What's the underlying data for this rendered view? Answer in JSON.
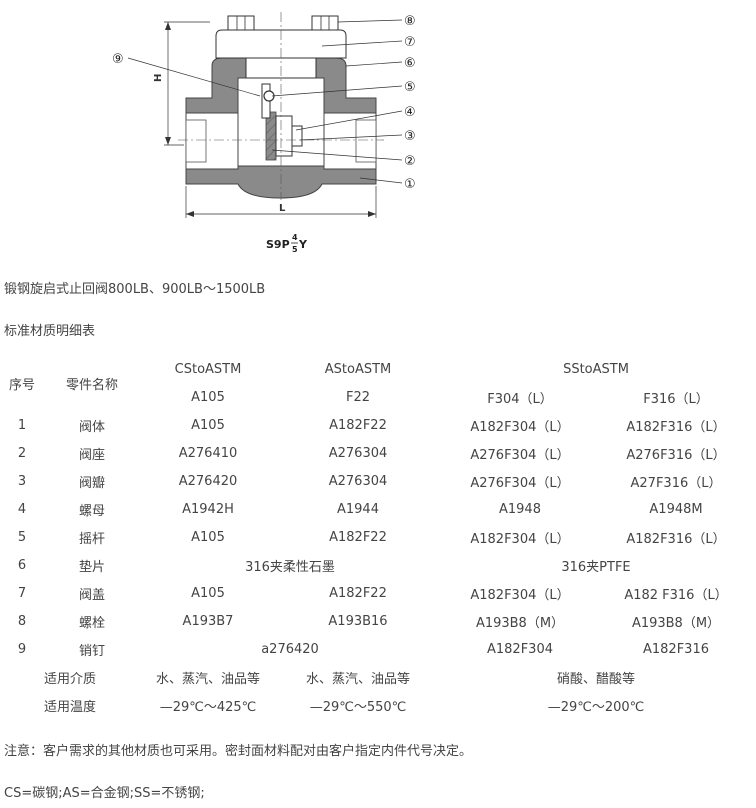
{
  "diagram": {
    "callouts": [
      "⑧",
      "⑦",
      "⑥",
      "⑤",
      "④",
      "③",
      "②",
      "①",
      "⑨"
    ],
    "dim_h": "H",
    "dim_l": "L",
    "model": {
      "prefix": "S9P",
      "sup": "4",
      "sub": "5",
      "suffix": "Y"
    }
  },
  "title": "锻钢旋启式止回阀800LB、900LB～1500LB",
  "subtitle": "标准材质明细表",
  "table": {
    "col_no": "序号",
    "col_name": "零件名称",
    "grp_cs": "CStoASTM",
    "grp_as": "AStoASTM",
    "grp_ss": "SStoASTM",
    "sub_cs": "A105",
    "sub_as": "F22",
    "sub_ss1": "F304（L）",
    "sub_ss2": "F316（L）",
    "rows": [
      [
        "1",
        "阀体",
        "A105",
        "A182F22",
        "A182F304（L）",
        "A182F316（L）"
      ],
      [
        "2",
        "阀座",
        "A276410",
        "A276304",
        "A276F304（L）",
        "A276F316（L）"
      ],
      [
        "3",
        "阀瓣",
        "A276420",
        "A276304",
        "A276F304（L）",
        "A27F316（L）"
      ],
      [
        "4",
        "螺母",
        "A1942H",
        "A1944",
        "A1948",
        "A1948M"
      ],
      [
        "5",
        "摇杆",
        "A105",
        "A182F22",
        "A182F304（L）",
        "A182F316（L）"
      ],
      [
        "7",
        "阀盖",
        "A105",
        "A182F22",
        "A182F304（L）",
        "A182 F316（L）"
      ],
      [
        "8",
        "螺栓",
        "A193B7",
        "A193B16",
        "A193B8（M）",
        "A193B8（M）"
      ]
    ],
    "row6": {
      "no": "6",
      "name": "垫片",
      "a": "316夹柔性石墨",
      "b": "316夹PTFE"
    },
    "row9": {
      "no": "9",
      "name": "销钉",
      "a": "a276420",
      "b": "A182F304",
      "c": "A182F316"
    },
    "media": {
      "label": "适用介质",
      "cs": "水、蒸汽、油品等",
      "as": "水、蒸汽、油品等",
      "ss": "硝酸、醋酸等"
    },
    "temp": {
      "label": "适用温度",
      "cs": "—29℃～425℃",
      "as": "—29℃～550℃",
      "ss": "—29℃～200℃"
    }
  },
  "note": "注意：客户需求的其他材质也可采用。密封面材料配对由客户指定内件代号决定。",
  "abbr": "CS=碳钢;AS=合金钢;SS=不锈钢;"
}
